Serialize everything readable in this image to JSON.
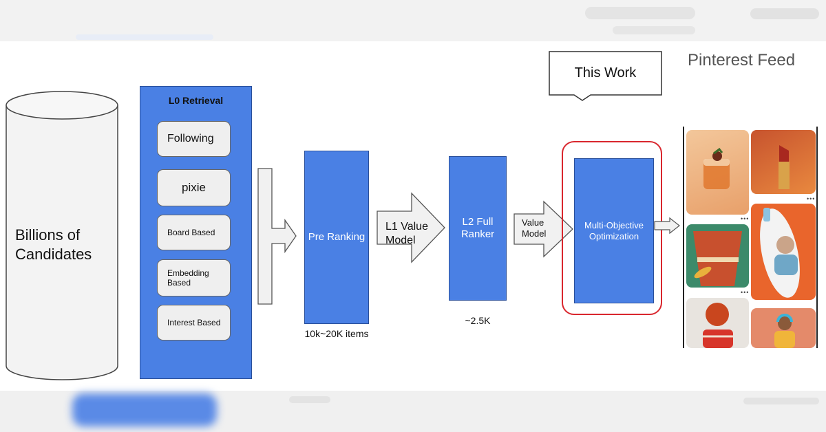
{
  "candidates": {
    "label": "Billions of Candidates"
  },
  "l0_retrieval": {
    "title": "L0 Retrieval",
    "sources": [
      "Following",
      "pixie",
      "Board Based",
      "Embedding Based",
      "Interest Based"
    ]
  },
  "pre_ranking": {
    "label": "Pre Ranking",
    "count": "10k~20K items"
  },
  "l1": {
    "label": "L1 Value Model"
  },
  "l2": {
    "label": "L2 Full Ranker",
    "count": "~2.5K"
  },
  "value_model": {
    "label": "Value Model"
  },
  "moo": {
    "label": "Multi-Objective Optimization"
  },
  "callout": {
    "label": "This Work"
  },
  "feed": {
    "title": "Pinterest Feed"
  },
  "colors": {
    "box_blue": "#4a80e4",
    "highlight_red": "#d9262d",
    "pill_gray": "#efefef",
    "arrow_fill": "#f1f1f1"
  }
}
